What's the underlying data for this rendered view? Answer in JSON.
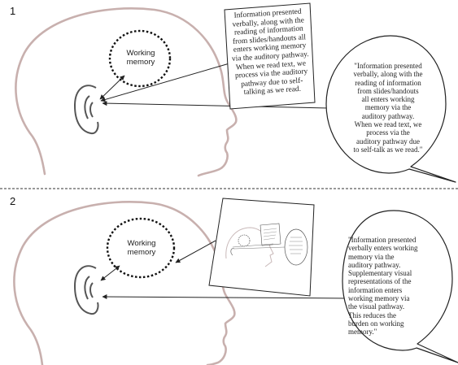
{
  "panels": [
    {
      "number": "1",
      "memory_label": [
        "Working",
        "memory"
      ],
      "box_text": [
        "Information presented",
        "verbally, along with the",
        "reading of information",
        "from slides/handouts all",
        "enters working memory",
        "via the auditory pathway.",
        "When we read text, we",
        "process via the auditory",
        "pathway due to self-",
        "talking as we read."
      ],
      "bubble_text": [
        "\"Information presented",
        "verbally, along with the",
        "reading of information",
        "from slides/handouts",
        "all enters working",
        "memory via the",
        "auditory pathway.",
        "When we read text, we",
        "process via the",
        "auditory pathway due",
        "to self-talk as we read.\""
      ]
    },
    {
      "number": "2",
      "memory_label": [
        "Working",
        "memory"
      ],
      "bubble_text": [
        "\"Information presented",
        "verbally enters working",
        "memory via the",
        "auditory pathway.",
        "Supplementary visual",
        "representations of the",
        "information enters",
        "working memory via",
        "the visual pathway.",
        "This reduces the",
        "burden on working",
        "memory.\""
      ]
    }
  ],
  "colors": {
    "head_outline": "#c8b0ae",
    "ink": "#222222"
  }
}
